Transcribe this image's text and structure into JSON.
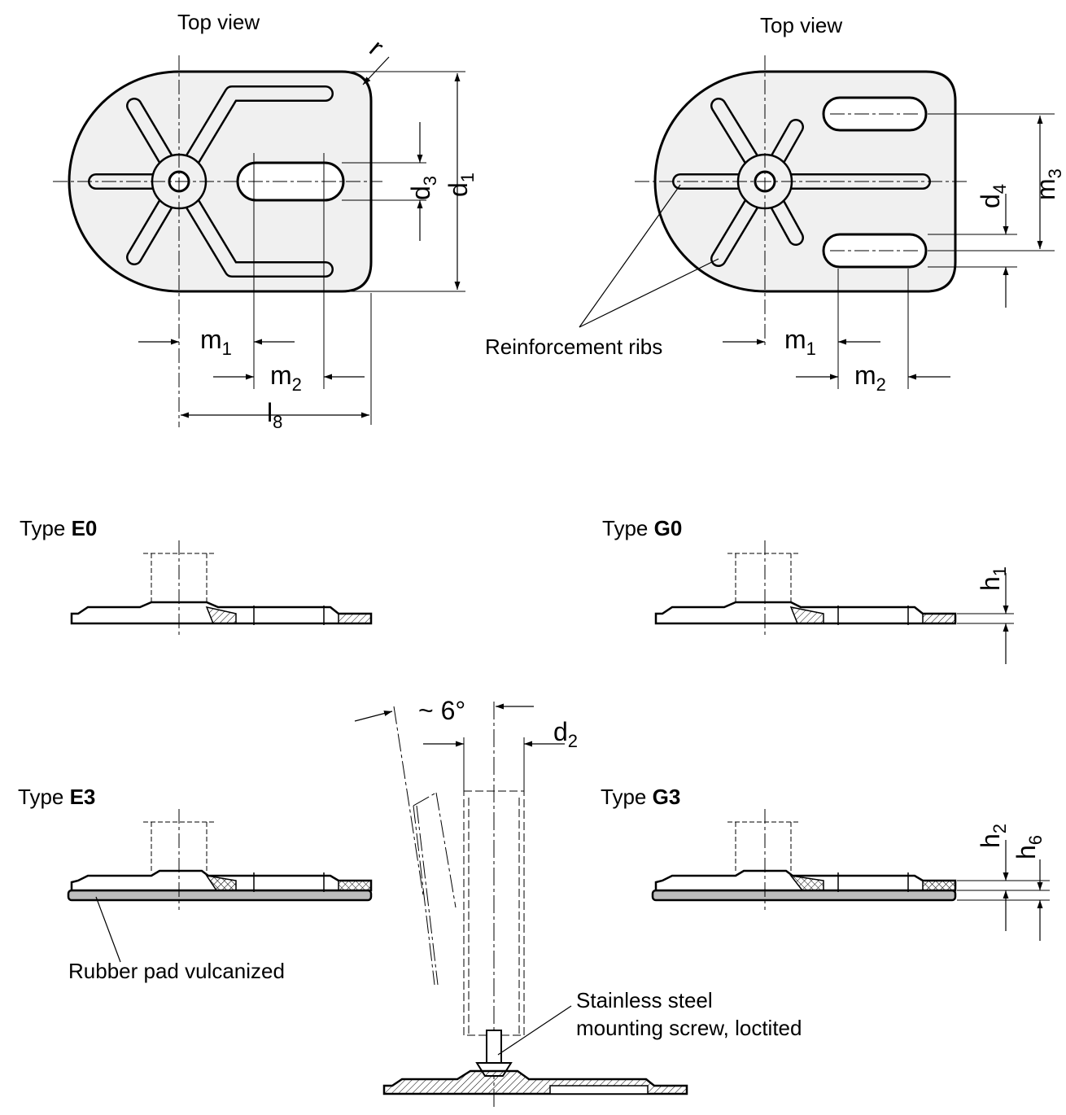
{
  "labels": {
    "top_view_left": "Top view",
    "top_view_right": "Top view",
    "reinforcement_ribs": "Reinforcement ribs",
    "rubber_pad": "Rubber pad vulcanized",
    "screw_line1": "Stainless steel",
    "screw_line2": "mounting screw, loctited",
    "angle": "~ 6°",
    "r": "r"
  },
  "types": {
    "E0": {
      "prefix": "Type ",
      "code": "E0"
    },
    "G0": {
      "prefix": "Type ",
      "code": "G0"
    },
    "E3": {
      "prefix": "Type ",
      "code": "E3"
    },
    "G3": {
      "prefix": "Type ",
      "code": "G3"
    }
  },
  "dims": {
    "m1_left": {
      "base": "m",
      "sub": "1"
    },
    "m2_left": {
      "base": "m",
      "sub": "2"
    },
    "l8": {
      "base": "l",
      "sub": "8"
    },
    "d3": {
      "base": "d",
      "sub": "3"
    },
    "d1": {
      "base": "d",
      "sub": "1"
    },
    "m1_right": {
      "base": "m",
      "sub": "1"
    },
    "m2_right": {
      "base": "m",
      "sub": "2"
    },
    "d4": {
      "base": "d",
      "sub": "4"
    },
    "m3": {
      "base": "m",
      "sub": "3"
    },
    "h1": {
      "base": "h",
      "sub": "1"
    },
    "h2": {
      "base": "h",
      "sub": "2"
    },
    "h6": {
      "base": "h",
      "sub": "6"
    },
    "d2": {
      "base": "d",
      "sub": "2"
    }
  },
  "colors": {
    "plate_fill": "#f0f0f0",
    "rubber_fill": "#bdbdbd",
    "stroke": "#000000"
  }
}
